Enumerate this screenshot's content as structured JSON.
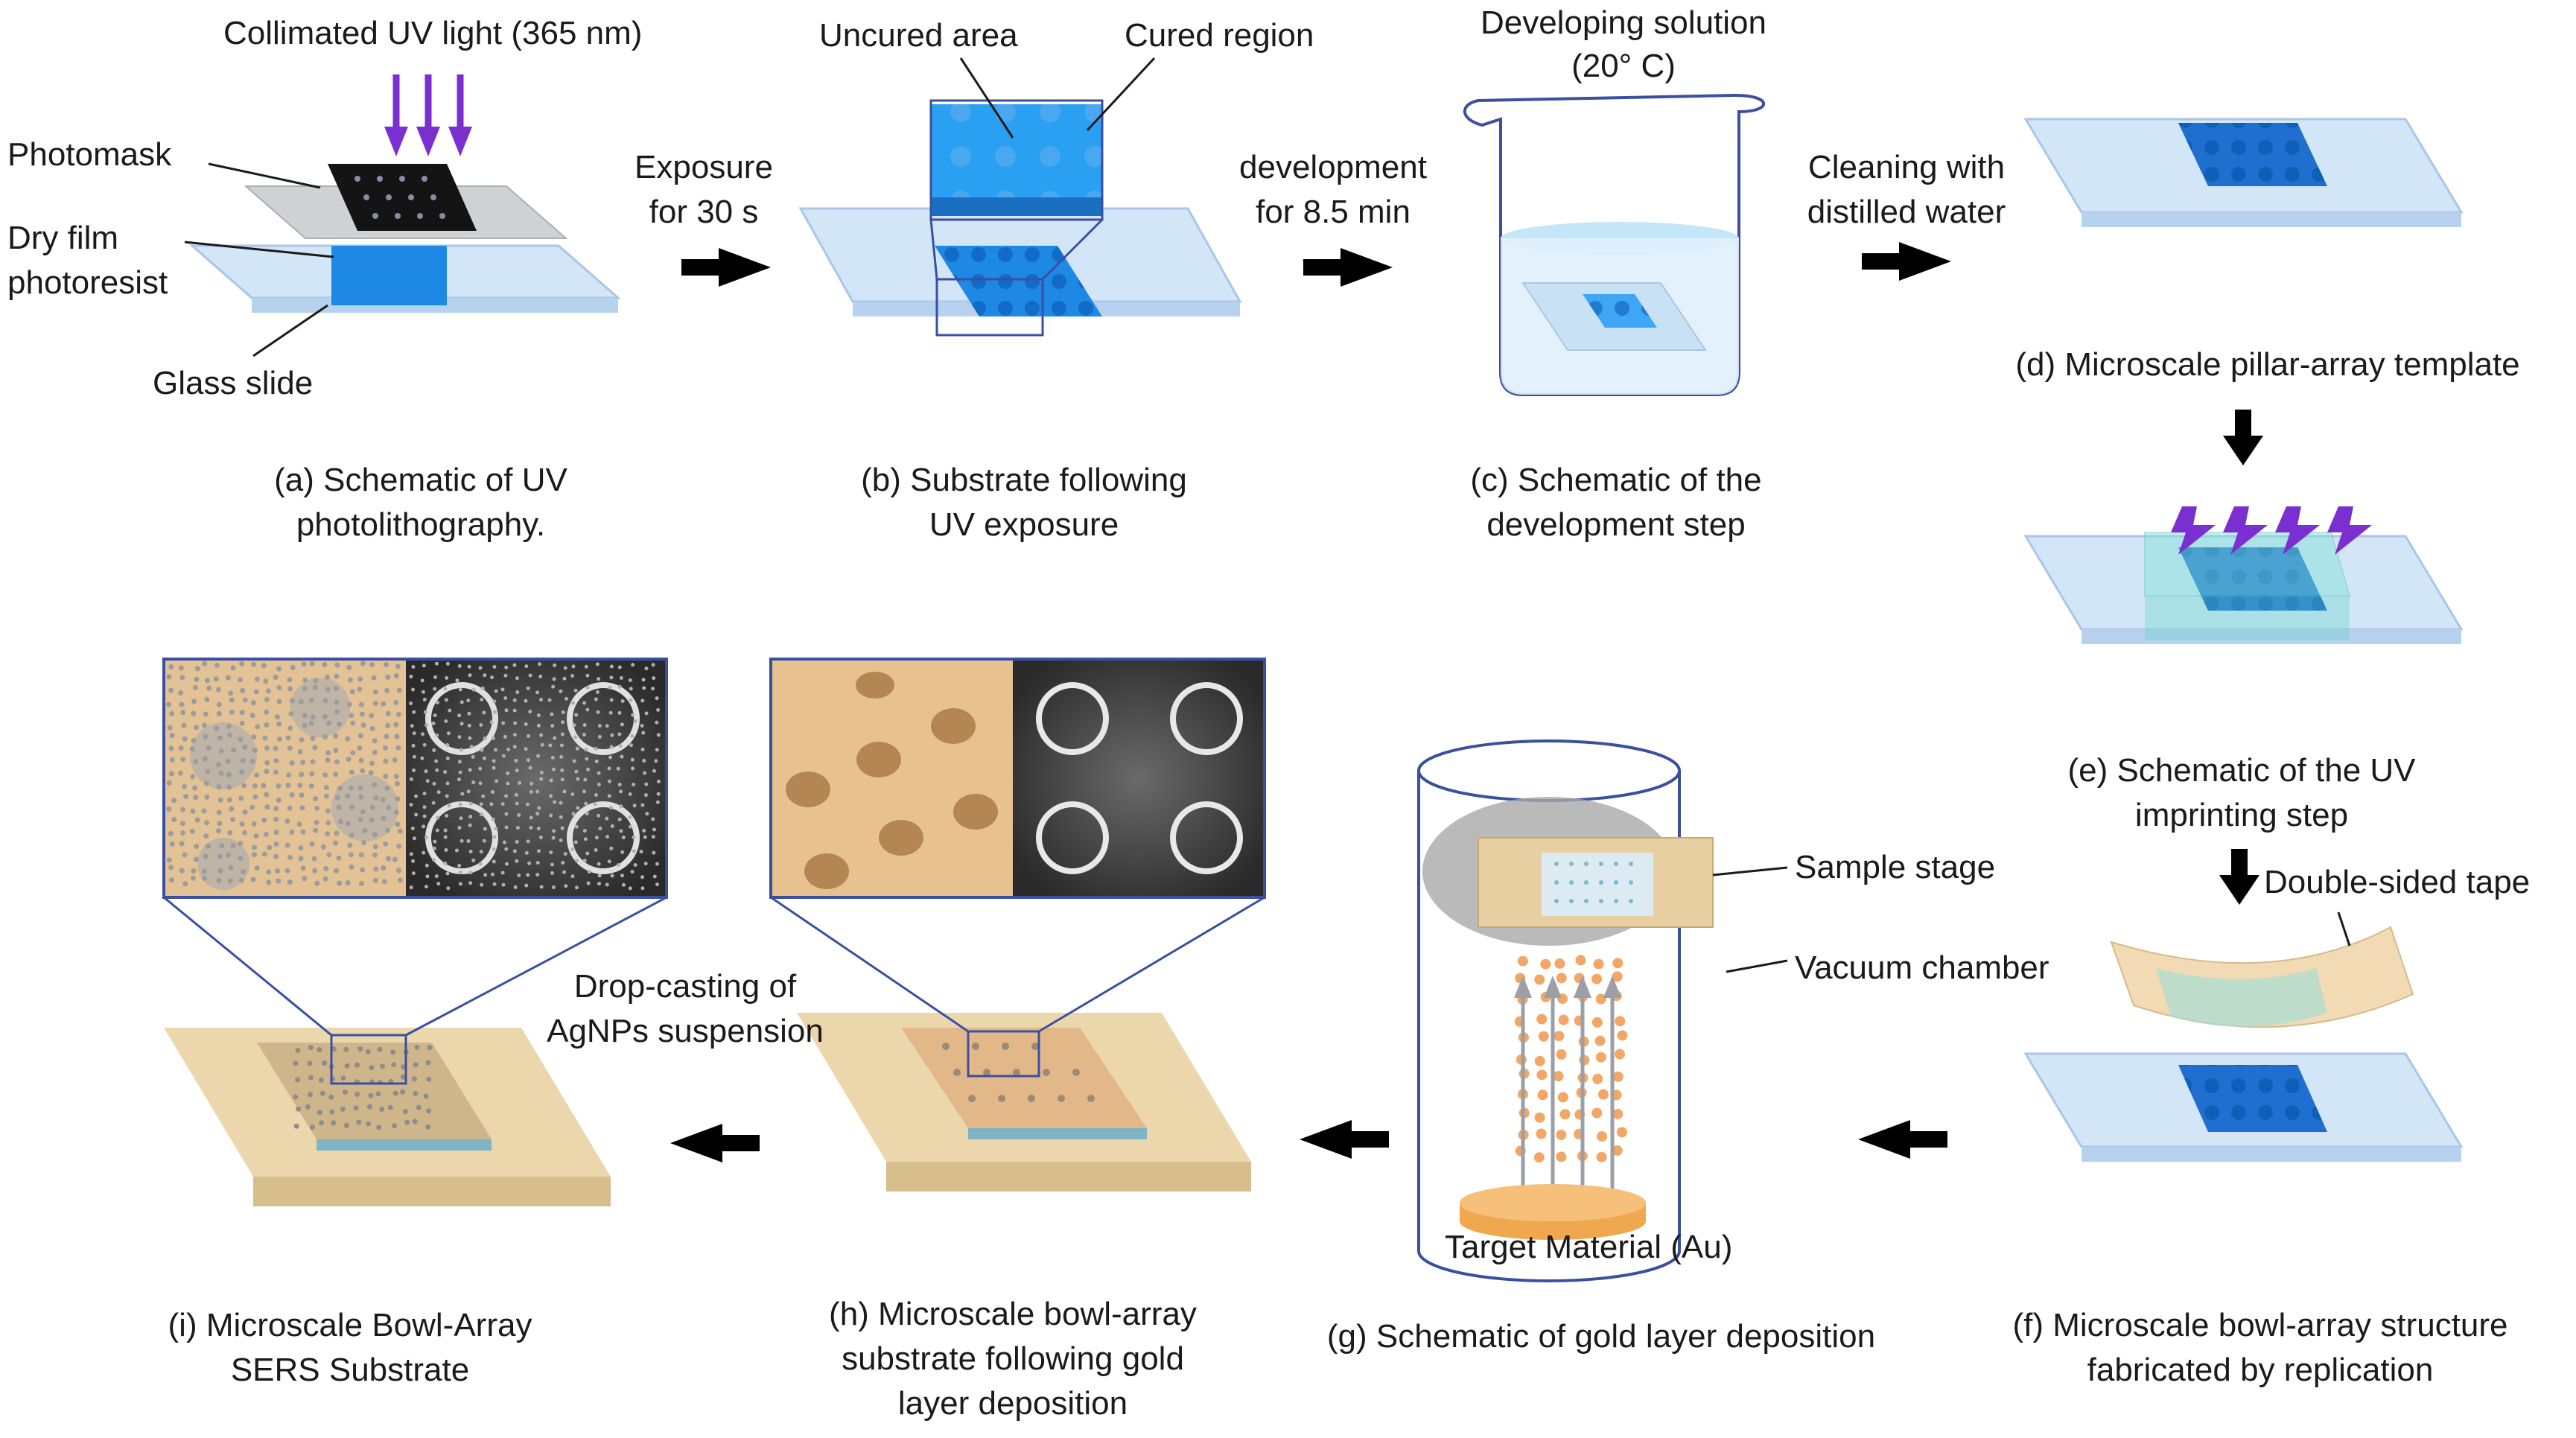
{
  "panels": {
    "a": {
      "light_label": "Collimated UV light (365 nm)",
      "photomask_label": "Photomask",
      "resist_label_1": "Dry film",
      "resist_label_2": "photoresist",
      "glass_label": "Glass slide",
      "caption_1": "(a) Schematic  of UV",
      "caption_2": "photolithography."
    },
    "b": {
      "uncured_label": "Uncured area",
      "cured_label": "Cured region",
      "caption_1": "(b) Substrate following",
      "caption_2": "UV exposure"
    },
    "c": {
      "solution_label_1": "Developing solution",
      "solution_label_2": "(20° C)",
      "caption_1": "(c) Schematic of the",
      "caption_2": "development step"
    },
    "d": {
      "caption_1": "(d) Microscale pillar-array template"
    },
    "e": {
      "caption_1": "(e) Schematic of the UV",
      "caption_2": "imprinting step"
    },
    "f": {
      "tape_label": "Double-sided tape",
      "caption_1": "(f) Microscale bowl-array structure",
      "caption_2": "fabricated by replication"
    },
    "g": {
      "stage_label": "Sample stage",
      "chamber_label": "Vacuum chamber",
      "target_label": "Target Material (Au)",
      "caption_1": "(g) Schematic of gold layer deposition"
    },
    "h": {
      "caption_1": "(h) Microscale bowl-array",
      "caption_2": "substrate following gold",
      "caption_3": "layer deposition"
    },
    "i": {
      "caption_1": "(i) Microscale Bowl-Array",
      "caption_2": "SERS Substrate"
    }
  },
  "steps": {
    "exposure_1": "Exposure",
    "exposure_2": "for 30 s",
    "development_1": "development",
    "development_2": "for 8.5 min",
    "cleaning_1": "Cleaning with",
    "cleaning_2": "distilled water",
    "dropcast_1": "Drop-casting of",
    "dropcast_2": "AgNPs suspension"
  },
  "colors": {
    "glass": "#cfe3f7",
    "resist": "#1e88e5",
    "uv": "#7b2fd1",
    "arrow": "#000000",
    "gold": "#e8cfa1",
    "frame": "#3a4fa0",
    "particle": "#f2a766"
  }
}
